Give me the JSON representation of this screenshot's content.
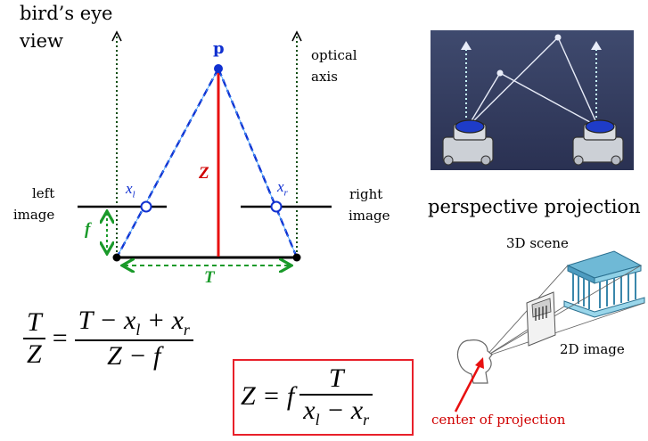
{
  "diagram": {
    "title_top": "bird’s eye",
    "title_bottom": "view",
    "optical_axis_line1": "optical",
    "optical_axis_line2": "axis",
    "point_p": "p",
    "left_image_line1": "left",
    "left_image_line2": "image",
    "right_image_line1": "right",
    "right_image_line2": "image",
    "label_xl": "x",
    "label_xl_sub": "l",
    "label_xr": "x",
    "label_xr_sub": "r",
    "label_Z": "Z",
    "label_f": "f",
    "label_T": "T",
    "colors": {
      "red": "#d00000",
      "green": "#1a9a2a",
      "blue": "#1030d0",
      "dashed_blue": "#1030d0"
    }
  },
  "formula1": {
    "lhs_num": "T",
    "lhs_den": "Z",
    "equals": "=",
    "rhs_num": "T − x",
    "rhs_num_sub1": "l",
    "rhs_num_mid": " +  x",
    "rhs_num_sub2": "r",
    "rhs_den": "Z − f"
  },
  "formula2": {
    "lhs": "Z = f",
    "num": "T",
    "den_a": "x",
    "den_a_sub": "l",
    "den_mid": " −  x",
    "den_b_sub": "r",
    "border_color": "#e8202a"
  },
  "right_panel": {
    "perspective_title": "perspective projection",
    "scene_label": "3D scene",
    "image_label": "2D image",
    "center_label": "center of projection",
    "center_label_color": "#d00000"
  }
}
